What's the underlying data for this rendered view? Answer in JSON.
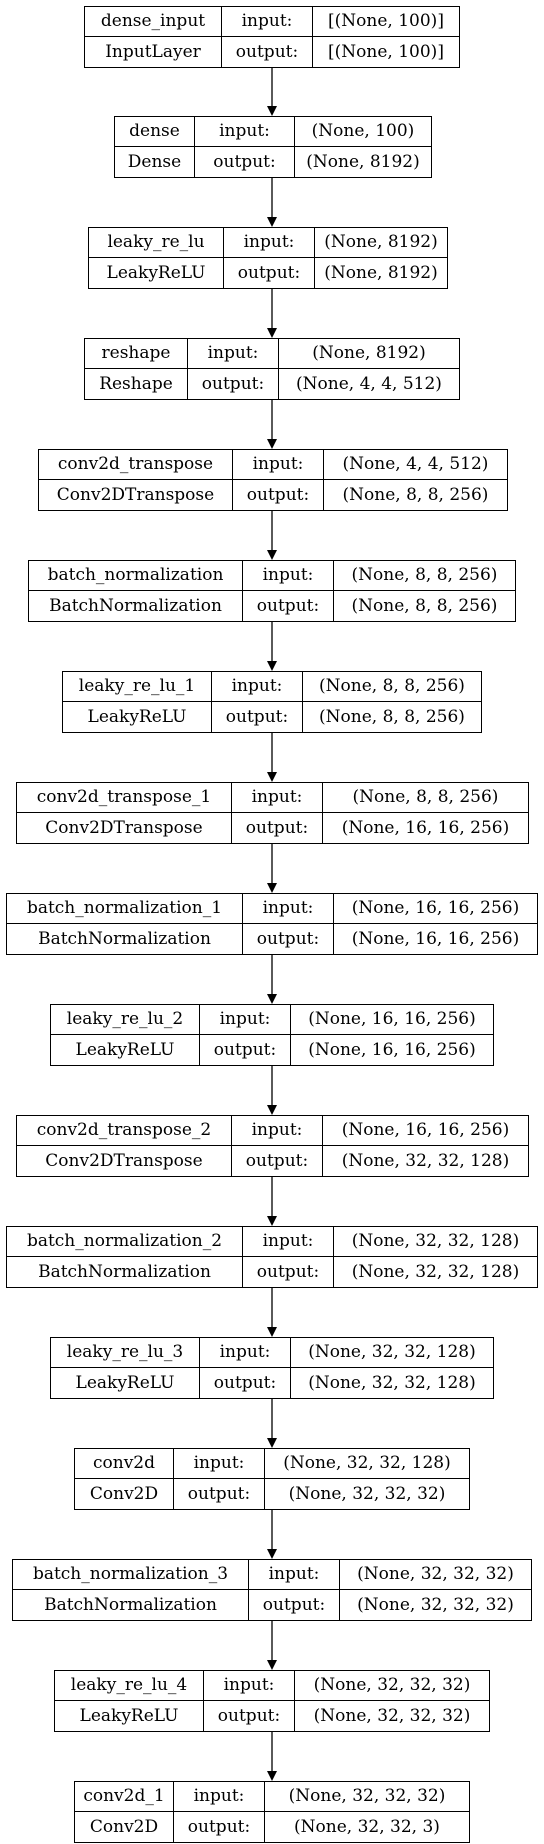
{
  "layers": [
    {
      "name": "dense_input",
      "type": "InputLayer",
      "in_label": "input:",
      "out_label": "output:",
      "input": "[(None, 100)]",
      "output": "[(None, 100)]"
    },
    {
      "name": "dense",
      "type": "Dense",
      "in_label": "input:",
      "out_label": "output:",
      "input": "(None, 100)",
      "output": "(None, 8192)"
    },
    {
      "name": "leaky_re_lu",
      "type": "LeakyReLU",
      "in_label": "input:",
      "out_label": "output:",
      "input": "(None, 8192)",
      "output": "(None, 8192)"
    },
    {
      "name": "reshape",
      "type": "Reshape",
      "in_label": "input:",
      "out_label": "output:",
      "input": "(None, 8192)",
      "output": "(None, 4, 4, 512)"
    },
    {
      "name": "conv2d_transpose",
      "type": "Conv2DTranspose",
      "in_label": "input:",
      "out_label": "output:",
      "input": "(None, 4, 4, 512)",
      "output": "(None, 8, 8, 256)"
    },
    {
      "name": "batch_normalization",
      "type": "BatchNormalization",
      "in_label": "input:",
      "out_label": "output:",
      "input": "(None, 8, 8, 256)",
      "output": "(None, 8, 8, 256)"
    },
    {
      "name": "leaky_re_lu_1",
      "type": "LeakyReLU",
      "in_label": "input:",
      "out_label": "output:",
      "input": "(None, 8, 8, 256)",
      "output": "(None, 8, 8, 256)"
    },
    {
      "name": "conv2d_transpose_1",
      "type": "Conv2DTranspose",
      "in_label": "input:",
      "out_label": "output:",
      "input": "(None, 8, 8, 256)",
      "output": "(None, 16, 16, 256)"
    },
    {
      "name": "batch_normalization_1",
      "type": "BatchNormalization",
      "in_label": "input:",
      "out_label": "output:",
      "input": "(None, 16, 16, 256)",
      "output": "(None, 16, 16, 256)"
    },
    {
      "name": "leaky_re_lu_2",
      "type": "LeakyReLU",
      "in_label": "input:",
      "out_label": "output:",
      "input": "(None, 16, 16, 256)",
      "output": "(None, 16, 16, 256)"
    },
    {
      "name": "conv2d_transpose_2",
      "type": "Conv2DTranspose",
      "in_label": "input:",
      "out_label": "output:",
      "input": "(None, 16, 16, 256)",
      "output": "(None, 32, 32, 128)"
    },
    {
      "name": "batch_normalization_2",
      "type": "BatchNormalization",
      "in_label": "input:",
      "out_label": "output:",
      "input": "(None, 32, 32, 128)",
      "output": "(None, 32, 32, 128)"
    },
    {
      "name": "leaky_re_lu_3",
      "type": "LeakyReLU",
      "in_label": "input:",
      "out_label": "output:",
      "input": "(None, 32, 32, 128)",
      "output": "(None, 32, 32, 128)"
    },
    {
      "name": "conv2d",
      "type": "Conv2D",
      "in_label": "input:",
      "out_label": "output:",
      "input": "(None, 32, 32, 128)",
      "output": "(None, 32, 32, 32)"
    },
    {
      "name": "batch_normalization_3",
      "type": "BatchNormalization",
      "in_label": "input:",
      "out_label": "output:",
      "input": "(None, 32, 32, 32)",
      "output": "(None, 32, 32, 32)"
    },
    {
      "name": "leaky_re_lu_4",
      "type": "LeakyReLU",
      "in_label": "input:",
      "out_label": "output:",
      "input": "(None, 32, 32, 32)",
      "output": "(None, 32, 32, 32)"
    },
    {
      "name": "conv2d_1",
      "type": "Conv2D",
      "in_label": "input:",
      "out_label": "output:",
      "input": "(None, 32, 32, 32)",
      "output": "(None, 32, 32, 3)"
    }
  ]
}
